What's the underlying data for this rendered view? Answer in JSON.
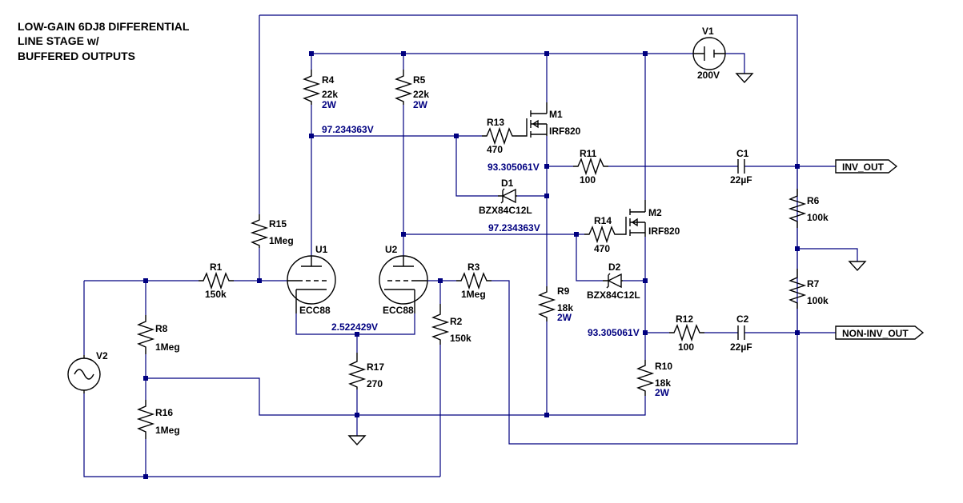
{
  "title_lines": [
    "LOW-GAIN 6DJ8 DIFFERENTIAL",
    "LINE STAGE w/",
    "BUFFERED OUTPUTS"
  ],
  "components": {
    "R1": {
      "name": "R1",
      "value": "150k"
    },
    "R2": {
      "name": "R2",
      "value": "150k"
    },
    "R3": {
      "name": "R3",
      "value": "1Meg"
    },
    "R4": {
      "name": "R4",
      "value": "22k",
      "power": "2W"
    },
    "R5": {
      "name": "R5",
      "value": "22k",
      "power": "2W"
    },
    "R6": {
      "name": "R6",
      "value": "100k"
    },
    "R7": {
      "name": "R7",
      "value": "100k"
    },
    "R8": {
      "name": "R8",
      "value": "1Meg"
    },
    "R9": {
      "name": "R9",
      "value": "18k",
      "power": "2W"
    },
    "R10": {
      "name": "R10",
      "value": "18k",
      "power": "2W"
    },
    "R11": {
      "name": "R11",
      "value": "100"
    },
    "R12": {
      "name": "R12",
      "value": "100"
    },
    "R13": {
      "name": "R13",
      "value": "470"
    },
    "R14": {
      "name": "R14",
      "value": "470"
    },
    "R15": {
      "name": "R15",
      "value": "1Meg"
    },
    "R16": {
      "name": "R16",
      "value": "1Meg"
    },
    "R17": {
      "name": "R17",
      "value": "270"
    },
    "C1": {
      "name": "C1",
      "value": "22µF"
    },
    "C2": {
      "name": "C2",
      "value": "22µF"
    },
    "D1": {
      "name": "D1",
      "value": "BZX84C12L"
    },
    "D2": {
      "name": "D2",
      "value": "BZX84C12L"
    },
    "M1": {
      "name": "M1",
      "value": "IRF820"
    },
    "M2": {
      "name": "M2",
      "value": "IRF820"
    },
    "U1": {
      "name": "U1",
      "value": "ECC88"
    },
    "U2": {
      "name": "U2",
      "value": "ECC88"
    },
    "V1": {
      "name": "V1",
      "value": "200V"
    },
    "V2": {
      "name": "V2"
    }
  },
  "node_voltages": {
    "plate_u1": "97.234363V",
    "plate_u2": "97.234363V",
    "source_m1": "93.305061V",
    "source_m2": "93.305061V",
    "cathode": "2.522429V"
  },
  "net_labels": {
    "inv_out": "INV_OUT",
    "non_inv_out": "NON-INV_OUT"
  },
  "colors": {
    "wire": "#000080",
    "component": "#000000",
    "annotation": "#000080"
  }
}
